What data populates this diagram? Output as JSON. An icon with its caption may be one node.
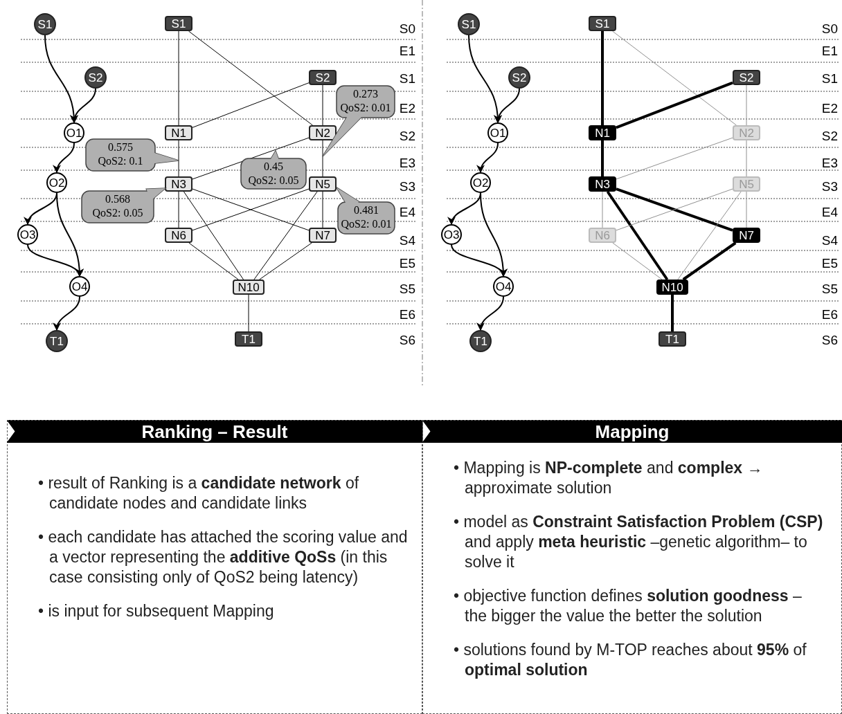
{
  "diagram": {
    "nodes": [
      {
        "text": [
          "S1"
        ]
      },
      {
        "text": [
          "S2"
        ]
      },
      {
        "text": [
          "O1"
        ]
      },
      {
        "text": [
          "O2"
        ]
      },
      {
        "text": [
          "O3"
        ]
      },
      {
        "text": [
          "O4"
        ]
      },
      {
        "text": [
          "T1"
        ]
      },
      {
        "text": [
          "S1"
        ]
      },
      {
        "text": [
          "S2"
        ]
      },
      {
        "text": [
          "N1"
        ]
      },
      {
        "text": [
          "N2"
        ]
      },
      {
        "text": [
          "N3"
        ]
      },
      {
        "text": [
          "N5"
        ]
      },
      {
        "text": [
          "N6"
        ]
      },
      {
        "text": [
          "N7"
        ]
      },
      {
        "text": [
          "N10"
        ]
      },
      {
        "text": [
          "T1"
        ]
      },
      {
        "text": [
          "0.273",
          "QoS2: 0.01"
        ]
      },
      {
        "text": [
          "0.45",
          "QoS2: 0.05"
        ]
      },
      {
        "text": [
          "0.575",
          "QoS2: 0.1"
        ]
      },
      {
        "text": [
          "0.568",
          "QoS2: 0.05"
        ]
      },
      {
        "text": [
          "0.481",
          "QoS2: 0.01"
        ]
      },
      {
        "text": [
          "S1"
        ]
      },
      {
        "text": [
          "S2"
        ]
      },
      {
        "text": [
          "O1"
        ]
      },
      {
        "text": [
          "O2"
        ]
      },
      {
        "text": [
          "O3"
        ]
      },
      {
        "text": [
          "O4"
        ]
      },
      {
        "text": [
          "T1"
        ]
      },
      {
        "text": [
          "S1"
        ]
      },
      {
        "text": [
          "S2"
        ]
      },
      {
        "text": [
          "N1"
        ]
      },
      {
        "text": [
          "N2"
        ]
      },
      {
        "text": [
          "N3"
        ]
      },
      {
        "text": [
          "N5"
        ]
      },
      {
        "text": [
          "N6"
        ]
      },
      {
        "text": [
          "N7"
        ]
      },
      {
        "text": [
          "N10"
        ]
      },
      {
        "text": [
          "T1"
        ]
      },
      {
        "text": [
          "Ranking – Result",
          "• result of Ranking is a **candidate network** of candidate nodes and candidate links",
          "• each candidate has attached the scoring value and a vector representing the **additive QoSs** (in this case consisting only of QoS2 being latency)",
          "• is input for subsequent Mapping"
        ]
      },
      {
        "text": [
          "Mapping",
          "• Mapping is **NP-complete** and **complex** → approximate solution",
          "• model as **Constraint Satisfaction Problem (CSP)** and apply **meta heuristic** –genetic algorithm– to solve it",
          "• objective function defines **solution goodness** – the bigger the value the better the solution",
          "• solutions found by M-TOP reaches about **95%** of **optimal solution**"
        ]
      }
    ],
    "edges": [
      {
        "from": 0,
        "to": 2,
        "arrow": "to"
      },
      {
        "from": 1,
        "to": 2,
        "arrow": "to"
      },
      {
        "from": 2,
        "to": 3,
        "arrow": "to"
      },
      {
        "from": 3,
        "to": 4,
        "arrow": "to"
      },
      {
        "from": 3,
        "to": 5,
        "arrow": "to"
      },
      {
        "from": 4,
        "to": 5,
        "arrow": "to"
      },
      {
        "from": 5,
        "to": 6,
        "arrow": "to"
      },
      {
        "from": 7,
        "to": 9,
        "arrow": "none"
      },
      {
        "from": 7,
        "to": 10,
        "arrow": "none"
      },
      {
        "from": 8,
        "to": 9,
        "arrow": "none"
      },
      {
        "from": 8,
        "to": 10,
        "arrow": "none"
      },
      {
        "from": 9,
        "to": 11,
        "arrow": "none"
      },
      {
        "from": 10,
        "to": 11,
        "arrow": "none"
      },
      {
        "from": 10,
        "to": 12,
        "arrow": "none"
      },
      {
        "from": 11,
        "to": 13,
        "arrow": "none"
      },
      {
        "from": 11,
        "to": 14,
        "arrow": "none"
      },
      {
        "from": 11,
        "to": 15,
        "arrow": "none"
      },
      {
        "from": 12,
        "to": 13,
        "arrow": "none"
      },
      {
        "from": 12,
        "to": 14,
        "arrow": "none"
      },
      {
        "from": 12,
        "to": 15,
        "arrow": "none"
      },
      {
        "from": 13,
        "to": 15,
        "arrow": "none"
      },
      {
        "from": 14,
        "to": 15,
        "arrow": "none"
      },
      {
        "from": 15,
        "to": 16,
        "arrow": "none"
      },
      {
        "from": 22,
        "to": 24,
        "arrow": "to"
      },
      {
        "from": 23,
        "to": 24,
        "arrow": "to"
      },
      {
        "from": 24,
        "to": 25,
        "arrow": "to"
      },
      {
        "from": 25,
        "to": 26,
        "arrow": "to"
      },
      {
        "from": 25,
        "to": 27,
        "arrow": "to"
      },
      {
        "from": 26,
        "to": 27,
        "arrow": "to"
      },
      {
        "from": 27,
        "to": 28,
        "arrow": "to"
      },
      {
        "from": 29,
        "to": 31,
        "arrow": "none",
        "style": "thick"
      },
      {
        "from": 29,
        "to": 32,
        "arrow": "none",
        "color": "#909090"
      },
      {
        "from": 30,
        "to": 31,
        "arrow": "none",
        "style": "thick"
      },
      {
        "from": 30,
        "to": 32,
        "arrow": "none",
        "color": "#909090"
      },
      {
        "from": 31,
        "to": 33,
        "arrow": "none",
        "style": "thick"
      },
      {
        "from": 32,
        "to": 33,
        "arrow": "none",
        "color": "#909090"
      },
      {
        "from": 32,
        "to": 34,
        "arrow": "none",
        "color": "#909090"
      },
      {
        "from": 33,
        "to": 35,
        "arrow": "none",
        "color": "#909090"
      },
      {
        "from": 33,
        "to": 36,
        "arrow": "none",
        "style": "thick"
      },
      {
        "from": 33,
        "to": 37,
        "arrow": "none",
        "style": "thick"
      },
      {
        "from": 34,
        "to": 35,
        "arrow": "none",
        "color": "#909090"
      },
      {
        "from": 34,
        "to": 36,
        "arrow": "none",
        "color": "#909090"
      },
      {
        "from": 34,
        "to": 37,
        "arrow": "none",
        "color": "#909090"
      },
      {
        "from": 35,
        "to": 37,
        "arrow": "none",
        "color": "#909090"
      },
      {
        "from": 36,
        "to": 37,
        "arrow": "none",
        "style": "thick"
      },
      {
        "from": 37,
        "to": 38,
        "arrow": "none",
        "style": "thick"
      }
    ],
    "labels": [
      "S0",
      "E1",
      "S1",
      "E2",
      "S2",
      "E3",
      "S3",
      "E4",
      "S4",
      "E5",
      "S5",
      "E6",
      "S6",
      "S0",
      "E1",
      "S1",
      "E2",
      "S2",
      "E3",
      "S3",
      "E4",
      "S4",
      "E5",
      "S5",
      "E6",
      "S6"
    ]
  }
}
